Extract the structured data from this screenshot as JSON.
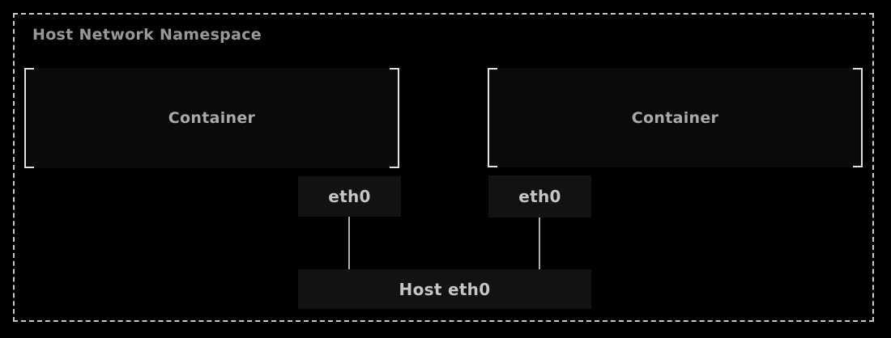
{
  "diagram": {
    "title": "Host Network Namespace",
    "nodes": {
      "container_left": {
        "label": "Container"
      },
      "container_right": {
        "label": "Container"
      },
      "eth0_left": {
        "label": "eth0"
      },
      "eth0_right": {
        "label": "eth0"
      },
      "host_eth0": {
        "label": "Host eth0"
      }
    },
    "edges": [
      {
        "from": "eth0_left",
        "to": "host_eth0"
      },
      {
        "from": "eth0_right",
        "to": "host_eth0"
      }
    ],
    "colors": {
      "background": "#000000",
      "namespace_border": "#c9c9c9",
      "title_text": "#989898",
      "container_fill": "#0a0a0a",
      "bracket": "#e2e2e2",
      "container_text": "#aaaaaa",
      "port_fill": "#121212",
      "port_text": "#c6c6c6",
      "connector": "#b0b0b0"
    }
  }
}
